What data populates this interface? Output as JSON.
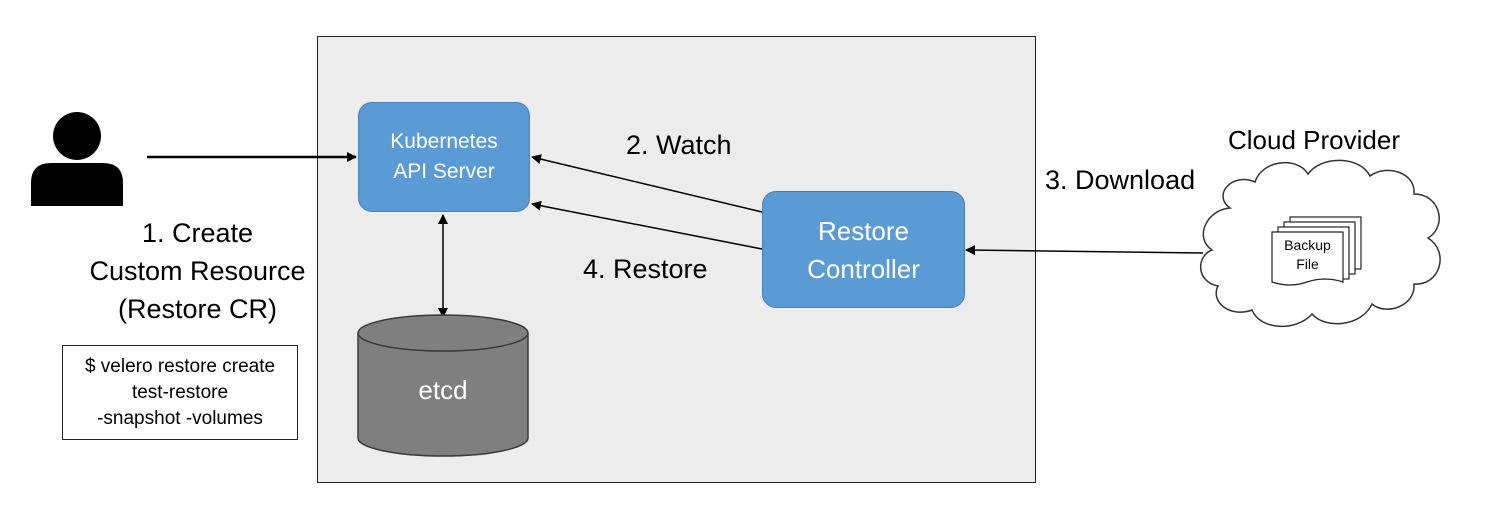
{
  "cluster": {
    "api_server": {
      "line1": "Kubernetes",
      "line2": "API Server"
    },
    "restore_controller": {
      "line1": "Restore",
      "line2": "Controller"
    },
    "etcd": "etcd"
  },
  "steps": {
    "create": {
      "line1": "1. Create",
      "line2": "Custom Resource",
      "line3": "(Restore CR)"
    },
    "watch": "2. Watch",
    "download": "3. Download",
    "restore": "4. Restore"
  },
  "command": {
    "line1": "$ velero restore create",
    "line2": "test-restore",
    "line3": "-snapshot -volumes"
  },
  "cloud": {
    "title": "Cloud Provider",
    "backup_file": {
      "line1": "Backup",
      "line2": "File"
    }
  },
  "colors": {
    "node_fill": "#5b9bd5",
    "cluster_bg": "#ececec",
    "etcd_fill": "#7f7f7f"
  }
}
